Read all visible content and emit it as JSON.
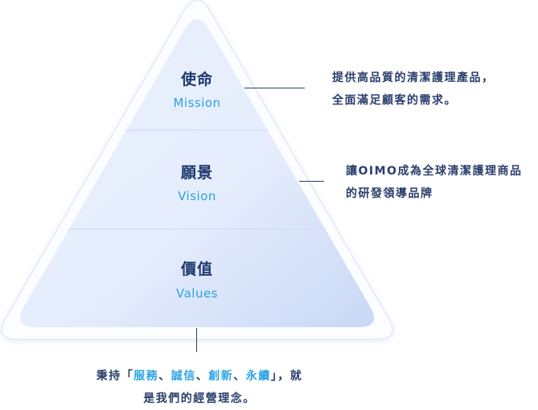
{
  "tiers": [
    {
      "title": "使命",
      "subtitle": "Mission",
      "description": [
        "提供高品質的清潔護理產品，",
        "全面滿足顧客的需求。"
      ]
    },
    {
      "title": "願景",
      "subtitle": "Vision",
      "description": [
        "讓OIMO成為全球清潔護理商品",
        "的研發領導品牌"
      ]
    },
    {
      "title": "價值",
      "subtitle": "Values"
    }
  ],
  "values_statement": {
    "prefix": "秉持「",
    "items": [
      "服務",
      "、",
      "誠信",
      "、",
      "創新",
      "、",
      "永續"
    ],
    "suffix": "」，就",
    "line2": "是我們的經營理念。"
  },
  "colors": {
    "title": "#1e3a6e",
    "accent": "#2aa3e4",
    "text": "#2b3f6c"
  }
}
